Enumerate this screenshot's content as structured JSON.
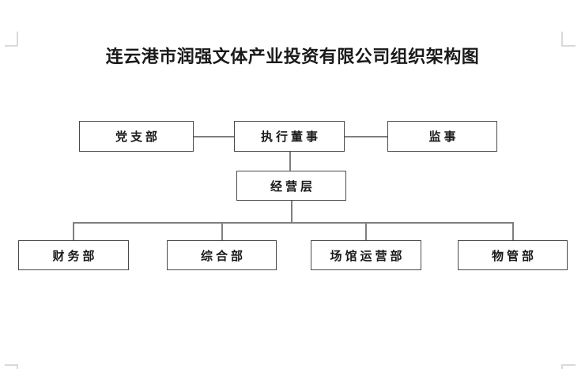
{
  "page": {
    "title": "连云港市润强文体产业投资有限公司组织架构图"
  },
  "org_chart": {
    "nodes": [
      {
        "id": "party-branch",
        "label": "党支部",
        "level": "top"
      },
      {
        "id": "executive-director",
        "label": "执行董事",
        "level": "top"
      },
      {
        "id": "supervisor",
        "label": "监事",
        "level": "top"
      },
      {
        "id": "management-level",
        "label": "经营层",
        "level": "middle"
      },
      {
        "id": "finance-dept",
        "label": "财务部",
        "level": "bottom"
      },
      {
        "id": "general-affairs-dept",
        "label": "综合部",
        "level": "bottom"
      },
      {
        "id": "venue-operations-dept",
        "label": "场馆运营部",
        "level": "bottom"
      },
      {
        "id": "property-management-dept",
        "label": "物管部",
        "level": "bottom"
      }
    ],
    "edges": [
      {
        "from": "executive-director",
        "to": "party-branch"
      },
      {
        "from": "executive-director",
        "to": "supervisor"
      },
      {
        "from": "executive-director",
        "to": "management-level"
      },
      {
        "from": "management-level",
        "to": "finance-dept"
      },
      {
        "from": "management-level",
        "to": "general-affairs-dept"
      },
      {
        "from": "management-level",
        "to": "venue-operations-dept"
      },
      {
        "from": "management-level",
        "to": "property-management-dept"
      }
    ],
    "colors": {
      "node_border": "#4a4a4a",
      "connector": "#7f7f7f",
      "text": "#1a1a1a",
      "background": "#ffffff",
      "boundary_mark": "#d9d9d9"
    }
  }
}
